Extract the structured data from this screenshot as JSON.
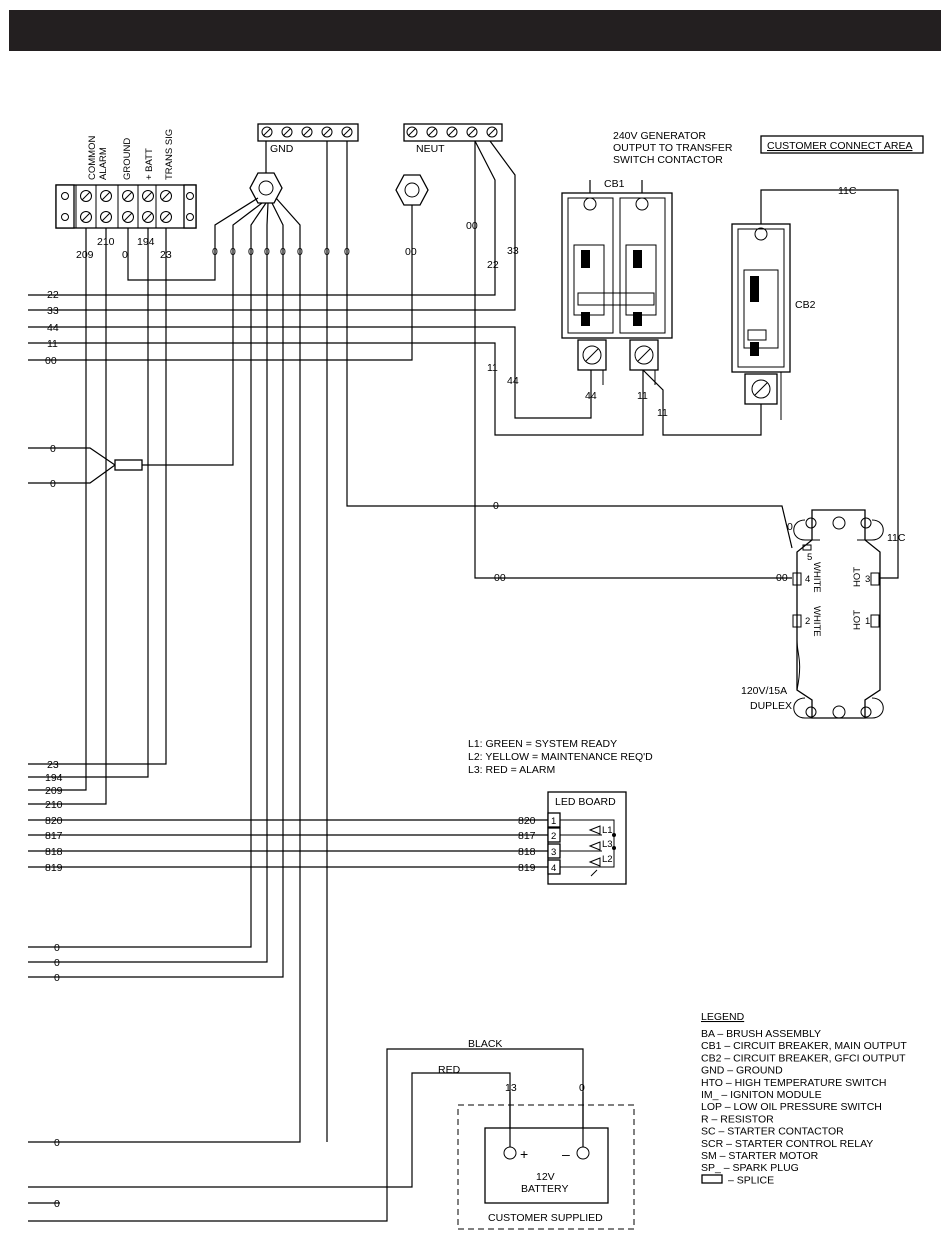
{
  "header": {
    "title": ""
  },
  "terminal_labels": {
    "common_alarm": "COMMON ALARM",
    "common": "COMMON",
    "alarm": "ALARM",
    "ground": "GROUND",
    "batt": "+ BATT",
    "trans_sig": "TRANS SIG"
  },
  "terminal_wires": {
    "w209": "209",
    "w210": "210",
    "w194": "194",
    "w23": "23",
    "w0": "0"
  },
  "gnd_label": "GND",
  "neut_label": "NEUT",
  "generator_note": [
    "240V GENERATOR",
    "OUTPUT TO TRANSFER",
    "SWITCH CONTACTOR"
  ],
  "customer_connect_area": "CUSTOMER CONNECT AREA",
  "cb1_label": "CB1",
  "cb2_label": "CB2",
  "wire_labels": {
    "w22": "22",
    "w33": "33",
    "w44": "44",
    "w11": "11",
    "w00": "00",
    "w0": "0",
    "w11c": "11C",
    "w23": "23",
    "w194": "194",
    "w209": "209",
    "w210": "210",
    "w820": "820",
    "w817": "817",
    "w818": "818",
    "w819": "819",
    "w13": "13"
  },
  "duplex": {
    "label_line1": "120V/15A",
    "label_line2": "DUPLEX",
    "white": "WHITE",
    "hot": "HOT",
    "terminals": [
      "5",
      "4",
      "3",
      "2",
      "1"
    ]
  },
  "led_legend": [
    "L1:  GREEN = SYSTEM READY",
    "L2:  YELLOW = MAINTENANCE REQ'D",
    "L3:  RED = ALARM"
  ],
  "led_board": {
    "title": "LED BOARD",
    "pins": [
      "1",
      "2",
      "3",
      "4"
    ],
    "leds": [
      "L1",
      "L3",
      "L2"
    ]
  },
  "battery": {
    "black": "BLACK",
    "red": "RED",
    "plus": "+",
    "minus": "–",
    "label_line1": "12V",
    "label_line2": "BATTERY",
    "supplied": "CUSTOMER SUPPLIED"
  },
  "legend": {
    "title": "LEGEND",
    "items": [
      "BA –   BRUSH ASSEMBLY",
      "CB1  –  CIRCUIT BREAKER, MAIN OUTPUT",
      "CB2  –  CIRCUIT BREAKER, GFCI OUTPUT",
      "GND  –  GROUND",
      "HTO  –  HIGH TEMPERATURE SWITCH",
      "IM_  –  IGNITON MODULE",
      "LOP  –  LOW OIL PRESSURE SWITCH",
      "R  –  RESISTOR",
      "SC   –   STARTER CONTACTOR",
      "SCR  –  STARTER CONTROL RELAY",
      "SM   –   STARTER MOTOR",
      "SP_  –  SPARK PLUG",
      "–  SPLICE"
    ]
  }
}
